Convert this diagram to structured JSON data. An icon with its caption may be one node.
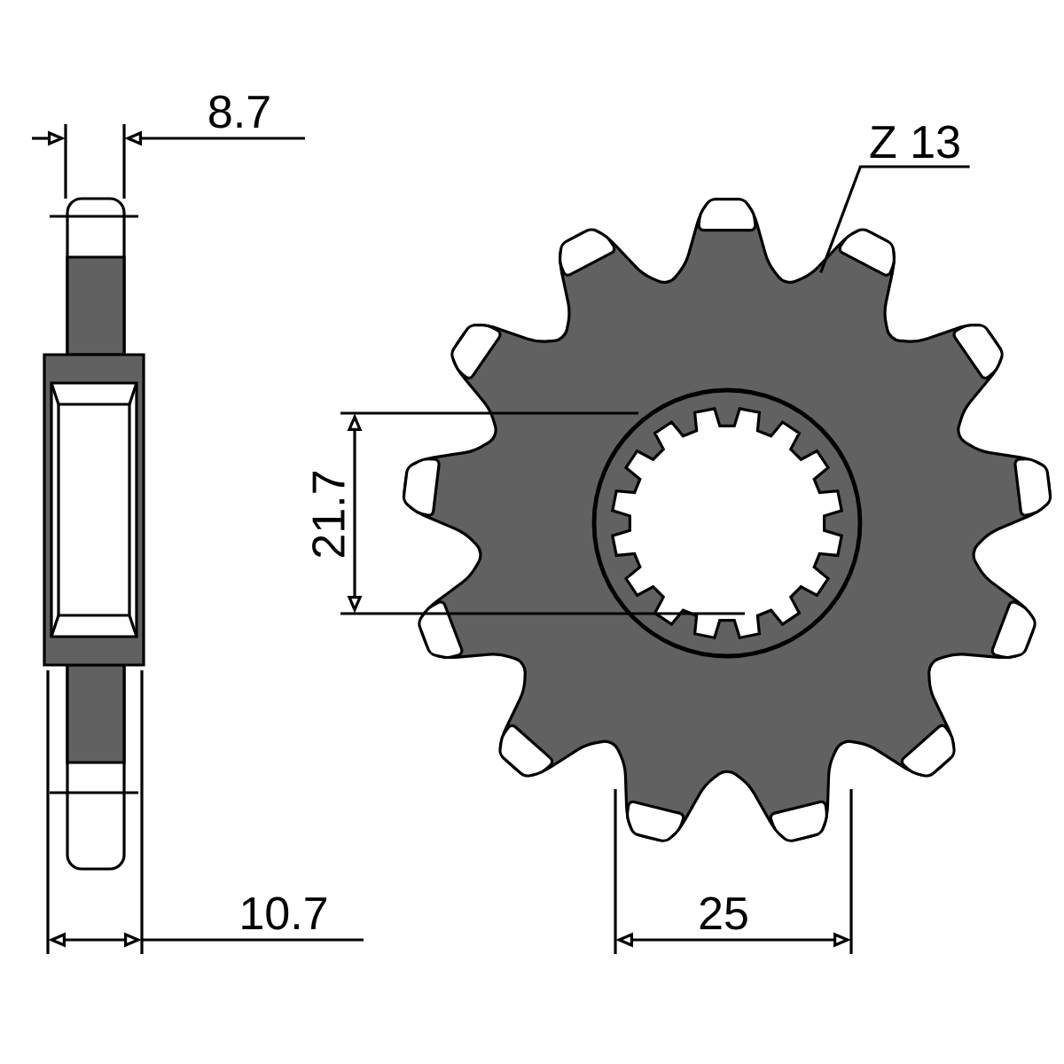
{
  "diagram": {
    "nodes": [
      {
        "text": [
          "Z 13"
        ]
      },
      {
        "text": [],
        "shape": "picture"
      }
    ],
    "edges": [
      {
        "from": 0,
        "to": 1,
        "arrow": "none"
      }
    ],
    "labels": [
      "8.7",
      "21.7",
      "10.7",
      "25"
    ]
  }
}
